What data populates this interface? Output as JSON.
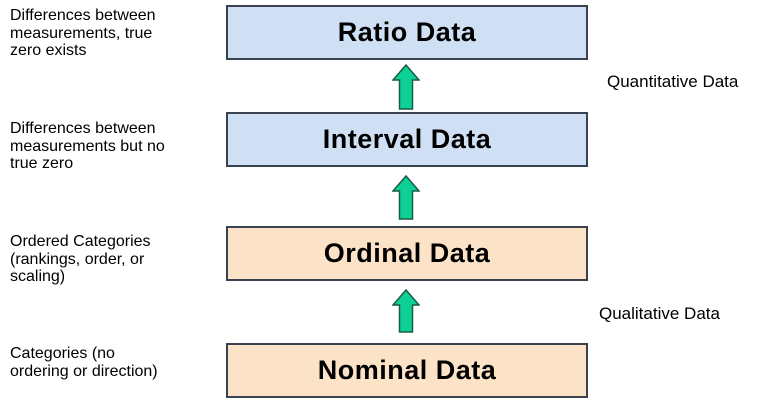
{
  "diagram": {
    "title_implicit": "Levels of measurement",
    "levels": [
      {
        "label": "Ratio Data",
        "description": "Differences between\nmeasurements, true\nzero exists",
        "group": "quantitative"
      },
      {
        "label": "Interval Data",
        "description": "Differences between\nmeasurements but no\ntrue zero",
        "group": "quantitative"
      },
      {
        "label": "Ordinal Data",
        "description": "Ordered Categories\n(rankings, order, or\nscaling)",
        "group": "qualitative"
      },
      {
        "label": "Nominal Data",
        "description": "Categories (no\nordering or direction)",
        "group": "qualitative"
      }
    ],
    "group_labels": {
      "quantitative": "Quantitative Data",
      "qualitative": "Qualitative Data"
    },
    "arrows": [
      {
        "icon": "up-arrow",
        "from": "Interval Data",
        "to": "Ratio Data"
      },
      {
        "icon": "up-arrow",
        "from": "Ordinal Data",
        "to": "Interval Data"
      },
      {
        "icon": "up-arrow",
        "from": "Nominal Data",
        "to": "Ordinal Data"
      }
    ],
    "colors": {
      "quantitative_box": "#cfdff4",
      "qualitative_box": "#fce3c8",
      "box_border": "#3a4250",
      "arrow_fill": "#0cd096",
      "arrow_border": "#1a5c44",
      "text": "#000000",
      "background": "#ffffff"
    }
  }
}
